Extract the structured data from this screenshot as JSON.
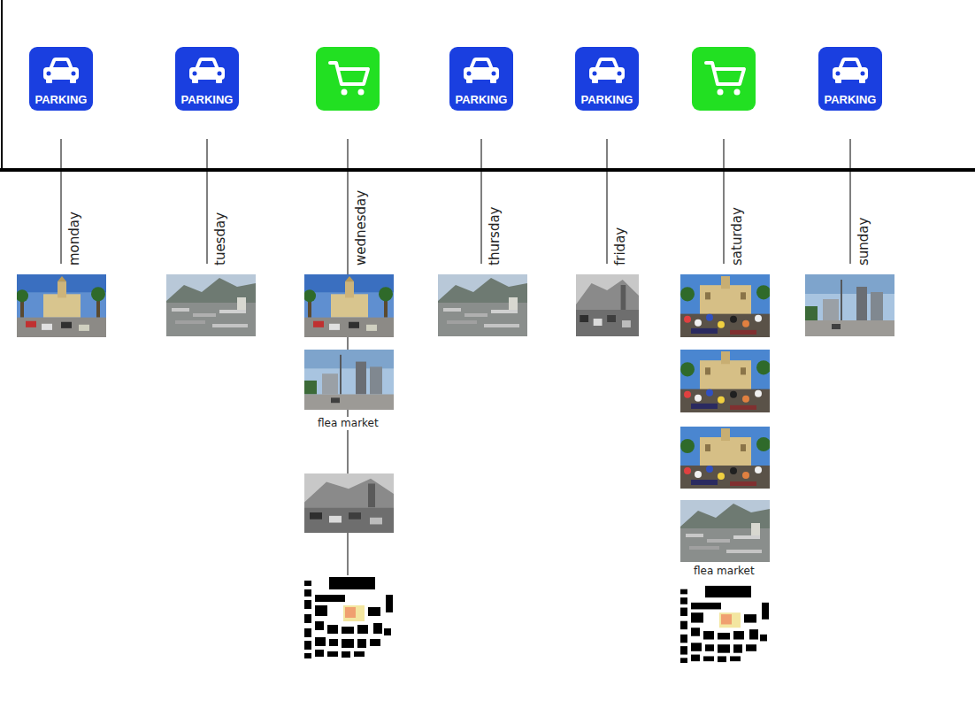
{
  "diagram": {
    "nodes": [
      {
        "text": [
          "PARKING"
        ]
      },
      {
        "text": [
          "PARKING"
        ]
      },
      {
        "text": [
          "PARKING"
        ]
      },
      {
        "text": [
          "PARKING"
        ]
      },
      {
        "text": [
          "PARKING"
        ]
      }
    ],
    "labels": [
      "monday",
      "tuesday",
      "wednesday",
      "thursday",
      "friday",
      "saturday",
      "sunday",
      "flea market",
      "flea market"
    ]
  }
}
